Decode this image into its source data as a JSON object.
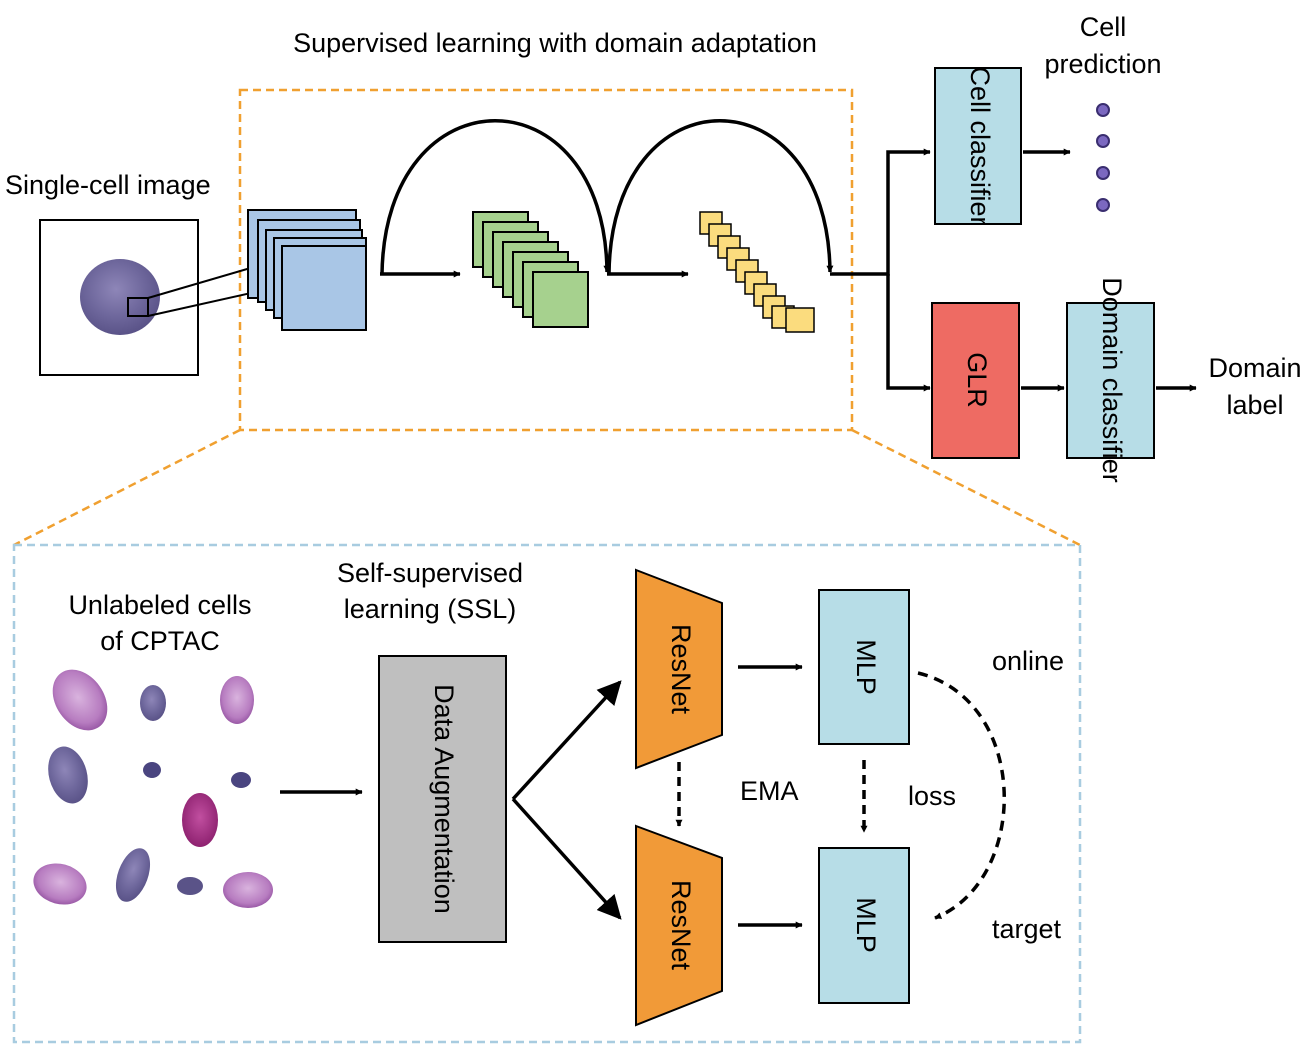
{
  "top": {
    "title": "Supervised learning with domain adaptation",
    "input_label": "Single-cell image",
    "cell_classifier": "Cell classifier",
    "cell_prediction_line1": "Cell",
    "cell_prediction_line2": "prediction",
    "glr": "GLR",
    "domain_classifier": "Domain classifier",
    "domain_label_line1": "Domain",
    "domain_label_line2": "label"
  },
  "bottom": {
    "unlabeled_line1": "Unlabeled cells",
    "unlabeled_line2": "of CPTAC",
    "ssl_line1": "Self-supervised",
    "ssl_line2": "learning (SSL)",
    "data_augmentation": "Data Augmentation",
    "resnet_online": "ResNet",
    "resnet_target": "ResNet",
    "mlp_online": "MLP",
    "mlp_target": "MLP",
    "ema": "EMA",
    "loss": "loss",
    "online": "online",
    "target": "target"
  },
  "colors": {
    "orange_dash": "#F0A030",
    "light_blue_dash": "#A8CCE0",
    "feature_blue": "#A9C6E6",
    "feature_green": "#A6D18E",
    "feature_yellow": "#FBDC7E",
    "classifier_fill": "#B7DDE7",
    "glr_fill": "#EE6B63",
    "data_aug_fill": "#BFBFBF",
    "resnet_fill": "#F19A38",
    "prediction_dot": "#7B68C0"
  }
}
